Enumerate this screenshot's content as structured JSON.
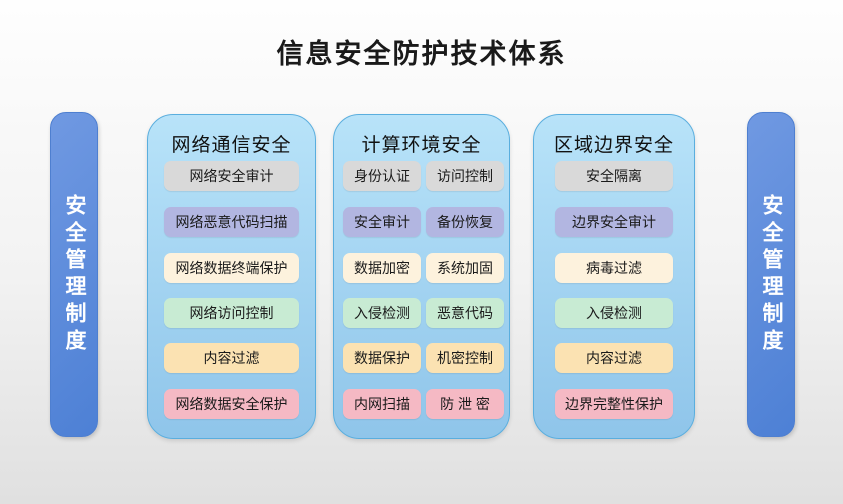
{
  "page": {
    "title": "信息安全防护技术体系"
  },
  "side_bars": {
    "left_label": "安全管理制度",
    "right_label": "安全管理制度"
  },
  "columns": [
    {
      "title": "网络通信安全",
      "items": [
        "网络安全审计",
        "网络恶意代码扫描",
        "网络数据终端保护",
        "网络访问控制",
        "内容过滤",
        "网络数据安全保护"
      ]
    },
    {
      "title": "计算环境安全",
      "items_left": [
        "身份认证",
        "安全审计",
        "数据加密",
        "入侵检测",
        "数据保护",
        "内网扫描"
      ],
      "items_right": [
        "访问控制",
        "备份恢复",
        "系统加固",
        "恶意代码",
        "机密控制",
        "防 泄 密"
      ]
    },
    {
      "title": "区域边界安全",
      "items": [
        "安全隔离",
        "边界安全审计",
        "病毒过滤",
        "入侵检测",
        "内容过滤",
        "边界完整性保护"
      ]
    }
  ],
  "row_colors": [
    "#d9d9d9",
    "#b2b6e1",
    "#fdf2dd",
    "#c8ebd3",
    "#fbe2b2",
    "#f5b9c4"
  ],
  "colors": {
    "background_top": "#fefefe",
    "background_bottom": "#e0e0e0",
    "panel_top": "#b8e3f9",
    "panel_bottom": "#8fc5ea",
    "panel_border": "#5aaede",
    "bar_top": "#7099e2",
    "bar_bottom": "#4d80d5",
    "title_text": "#1a1a1a"
  }
}
